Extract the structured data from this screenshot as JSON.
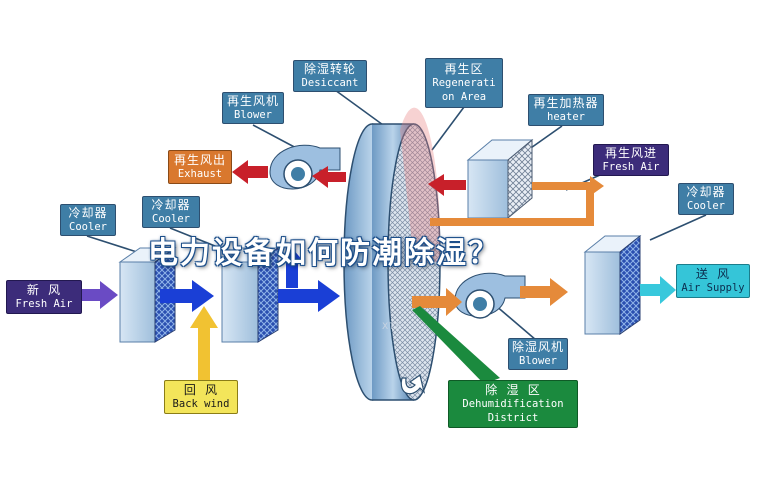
{
  "labels": {
    "desiccant": {
      "zh": "除湿转轮",
      "en": "Desiccant"
    },
    "regen_area": {
      "zh": "再生区",
      "en1": "Regenerati",
      "en2": "on Area"
    },
    "regen_blower": {
      "zh": "再生风机",
      "en": "Blower"
    },
    "regen_heater": {
      "zh": "再生加热器",
      "en": "heater"
    },
    "exhaust": {
      "zh": "再生风出",
      "en": "Exhaust"
    },
    "regen_fresh": {
      "zh": "再生风进",
      "en": "Fresh Air"
    },
    "cooler_left": {
      "zh": "冷却器",
      "en": "Cooler"
    },
    "cooler_mid": {
      "zh": "冷却器",
      "en": "Cooler"
    },
    "cooler_right": {
      "zh": "冷却器",
      "en": "Cooler"
    },
    "fresh_air": {
      "zh": "新  风",
      "en": "Fresh Air"
    },
    "air_supply": {
      "zh": "送  风",
      "en": "Air Supply"
    },
    "back_wind": {
      "zh": "回  风",
      "en": "Back wind"
    },
    "dehum_blower": {
      "zh": "除湿风机",
      "en": "Blower"
    },
    "dehum_district": {
      "zh": "除  湿  区",
      "en1": "Dehumidification",
      "en2": "District"
    }
  },
  "overlay_title": "电力设备如何防潮除湿？",
  "watermark": "XTE",
  "colors": {
    "label_blue": "#3f7ea6",
    "exhaust_orange": "#d9782e",
    "arrow_red": "#c8202a",
    "arrow_blue": "#1a3fd6",
    "arrow_purple": "#6a4bc4",
    "arrow_yellow": "#f1c232",
    "arrow_cyan": "#38c8dc",
    "arrow_orange": "#e58a3a",
    "dehum_green": "#1b8a3e"
  }
}
